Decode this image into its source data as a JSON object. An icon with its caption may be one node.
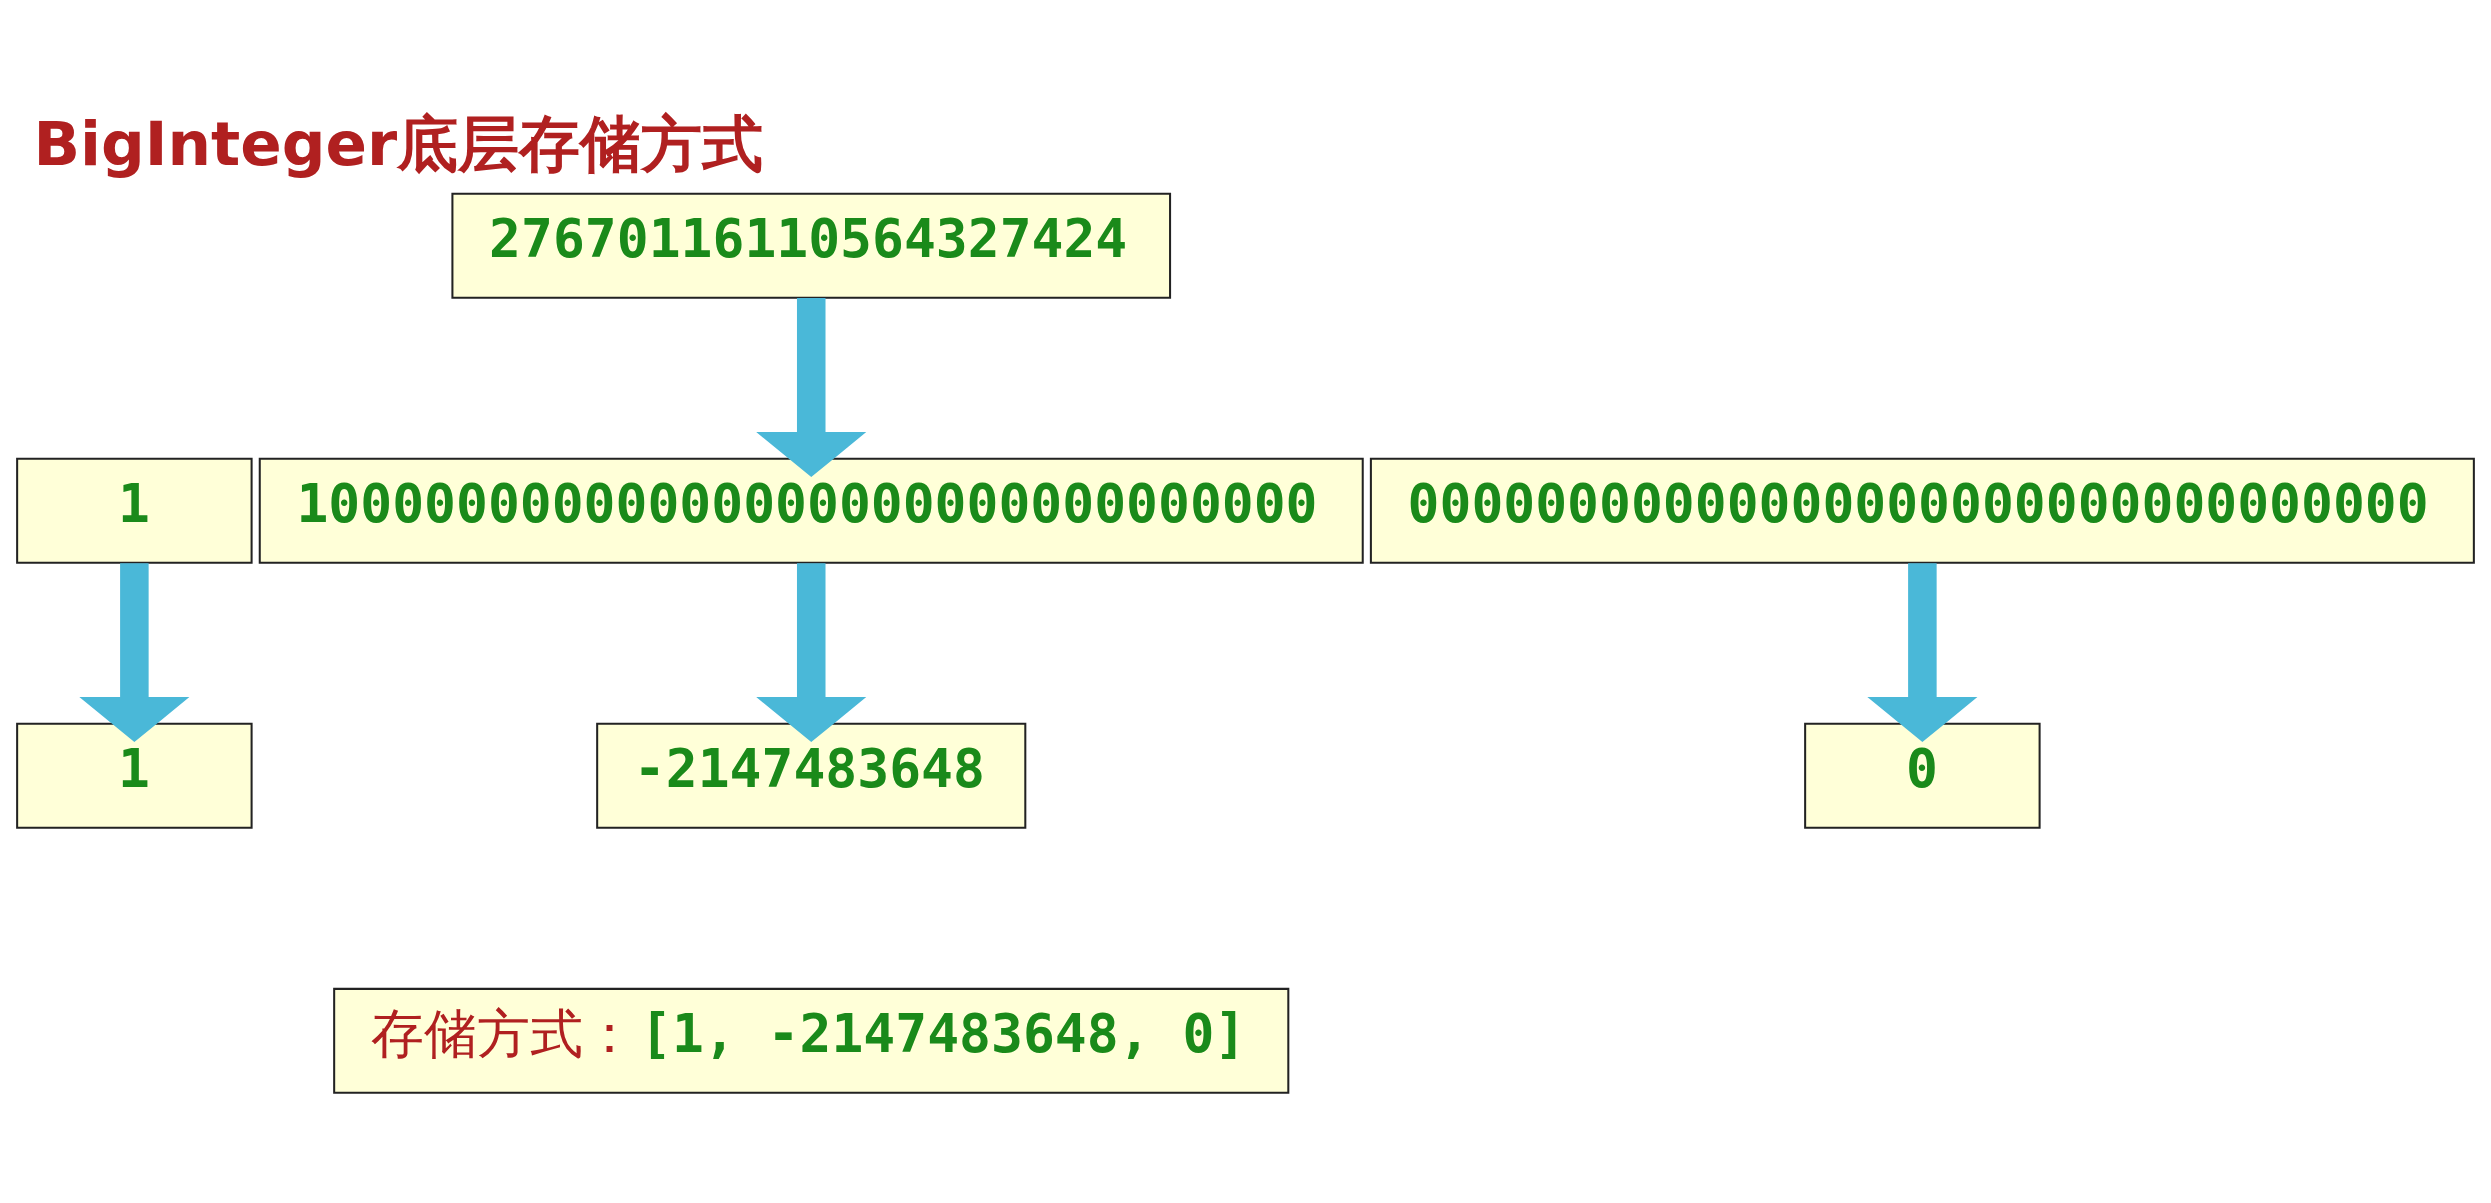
{
  "diagram": {
    "title": "BigInteger底层存储方式",
    "nodes": [
      {
        "text": [
          "27670116110564327424"
        ]
      },
      {
        "text": [
          "1"
        ]
      },
      {
        "text": [
          "10000000000000000000000000000000"
        ]
      },
      {
        "text": [
          "00000000000000000000000000000000"
        ]
      },
      {
        "text": [
          "1"
        ]
      },
      {
        "text": [
          "-2147483648"
        ]
      },
      {
        "text": [
          "0"
        ]
      },
      {
        "text": [
          "存储方式：",
          "[1, -2147483648, 0]"
        ]
      }
    ],
    "edges": [
      {
        "from": 0,
        "to": 2,
        "arrow": "to"
      },
      {
        "from": 1,
        "to": 4,
        "arrow": "to"
      },
      {
        "from": 2,
        "to": 5,
        "arrow": "to"
      },
      {
        "from": 3,
        "to": 6,
        "arrow": "to"
      }
    ]
  }
}
